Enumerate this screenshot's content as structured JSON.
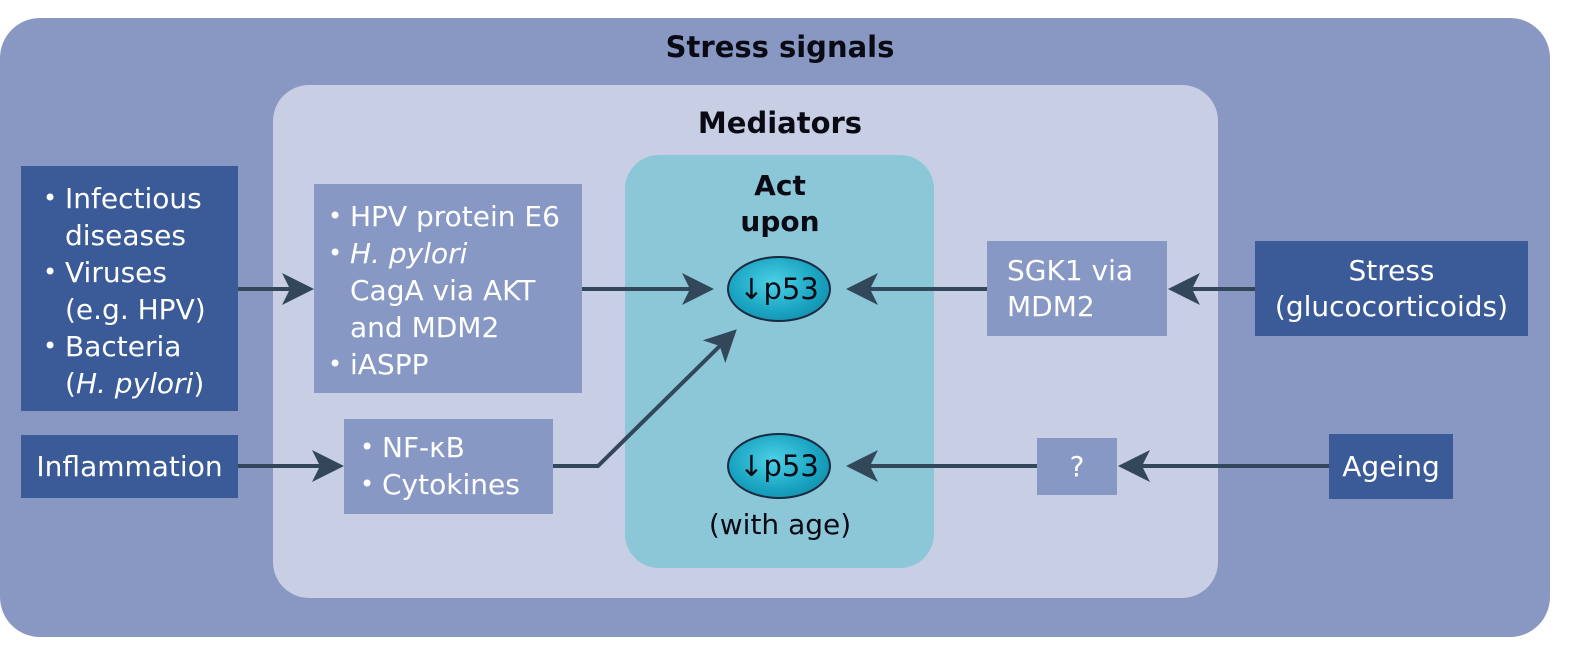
{
  "stress_signals": {
    "title": "Stress signals"
  },
  "mediators": {
    "title": "Mediators"
  },
  "act_upon": {
    "title_line1": "Act",
    "title_line2": "upon",
    "p53_top": "↓p53",
    "p53_bottom": "↓p53",
    "with_age": "(with age)"
  },
  "left_sources": {
    "infection_list": [
      {
        "line1": "Infectious",
        "line2": "diseases"
      },
      {
        "line1": "Viruses",
        "line2": "(e.g. HPV)"
      },
      {
        "line1": "Bacteria",
        "line2_pre": "(",
        "line2_italic": "H. pylori",
        "line2_post": ")"
      }
    ],
    "inflammation": "Inflammation"
  },
  "mediator_boxes": {
    "hpv_list": [
      {
        "line1": "HPV protein E6"
      },
      {
        "line1_italic": "H. pylori",
        "line2": "CagA via AKT",
        "line3": "and MDM2"
      },
      {
        "line1": "iASPP"
      }
    ],
    "nfkb_list": [
      "NF-κB",
      "Cytokines"
    ],
    "sgk1": {
      "line1": "SGK1 via",
      "line2": "MDM2"
    },
    "unknown": "?"
  },
  "right_sources": {
    "stress": {
      "line1": "Stress",
      "line2": "(glucocorticoids)"
    },
    "ageing": "Ageing"
  },
  "colors": {
    "outer": "#8898c2",
    "mediators_bg": "#c8cee3",
    "act_upon_bg": "#8cc7d8",
    "dark_box": "#3b5a98",
    "mid_box": "#8898c4",
    "arrow": "#33475a"
  }
}
